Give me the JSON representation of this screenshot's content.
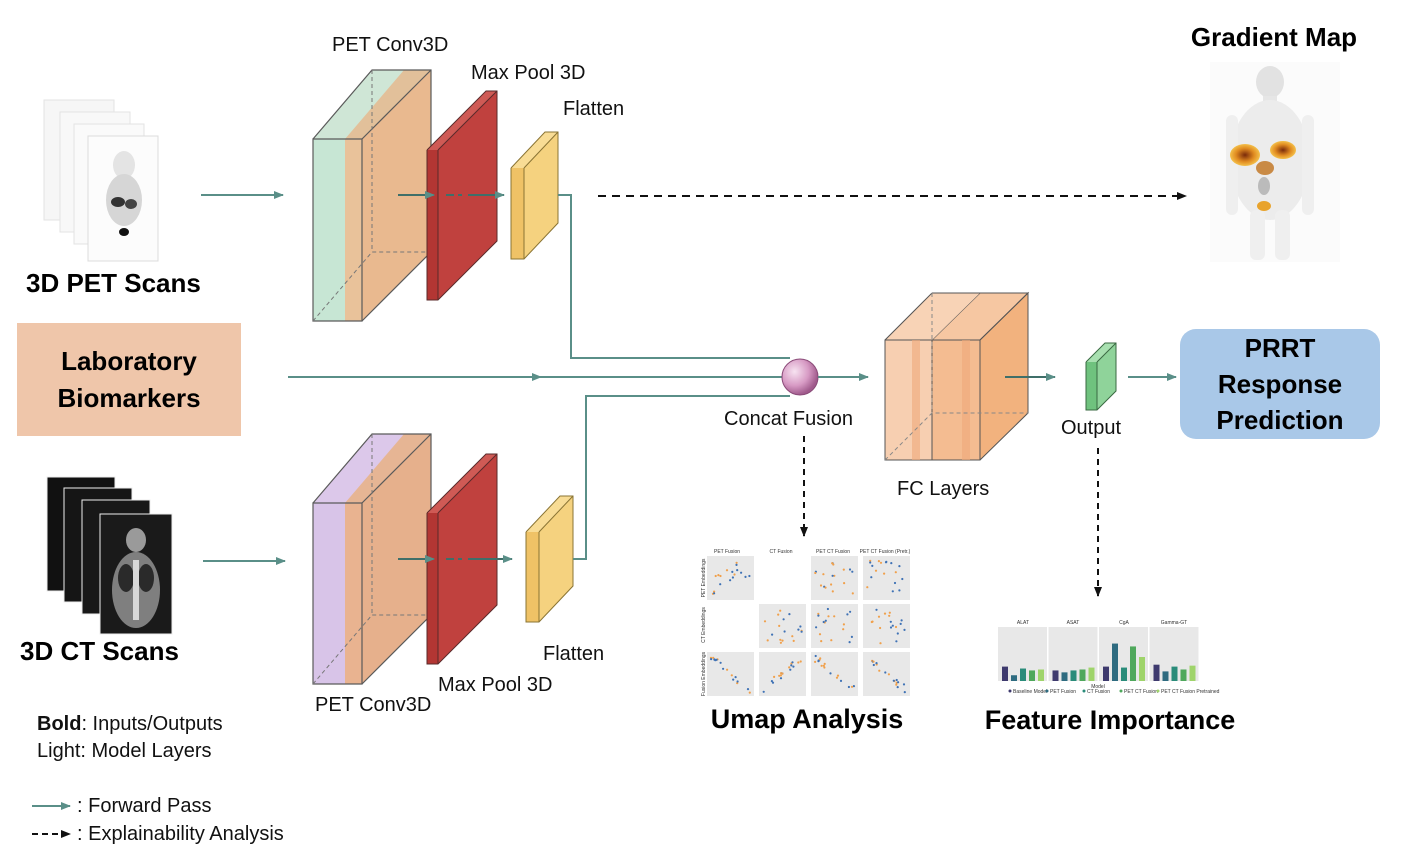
{
  "inputs": {
    "pet_scans": "3D PET Scans",
    "lab_line1": "Laboratory",
    "lab_line2": "Biomarkers",
    "ct_scans": "3D CT Scans"
  },
  "pet_branch": {
    "conv": "PET Conv3D",
    "pool": "Max Pool 3D",
    "flatten": "Flatten"
  },
  "ct_branch": {
    "conv": "PET Conv3D",
    "pool": "Max Pool 3D",
    "flatten": "Flatten"
  },
  "fusion": {
    "concat": "Concat Fusion",
    "fc": "FC Layers",
    "output": "Output"
  },
  "outputs": {
    "gradient_map": "Gradient Map",
    "prrt_line1": "PRRT",
    "prrt_line2": "Response",
    "prrt_line3": "Prediction",
    "umap": "Umap Analysis",
    "feature_importance": "Feature Importance"
  },
  "umap_panel": {
    "col_titles": [
      "PET Fusion",
      "CT Fusion",
      "PET CT Fusion",
      "PET CT Fusion (Pretr.)"
    ],
    "row_titles": [
      "PET Embeddings",
      "CT Embeddings",
      "Fusion Embeddings"
    ]
  },
  "feature_panel": {
    "facets": [
      "ALAT",
      "ASAT",
      "CgA",
      "Gamma-GT"
    ],
    "x_title": "Model",
    "legend": [
      "Baseline Model",
      "PET Fusion",
      "CT Fusion",
      "PET CT Fusion",
      "PET CT Fusion Pretrained"
    ],
    "series_colors": [
      "#3e3a6e",
      "#2e6b80",
      "#2a8c7a",
      "#4fa85c",
      "#9fd46b"
    ]
  },
  "legend": {
    "bold_key": "Bold",
    "bold_text": ": Inputs/Outputs",
    "light_text": "Light: Model Layers",
    "forward": ": Forward Pass",
    "explain": ": Explainability Analysis"
  },
  "colors": {
    "forward_arrow": "#5a8f88",
    "lab_box": "#efc6aa",
    "prrt_box": "#a9c8e8",
    "pool_red": "#c0413e",
    "flatten_yellow": "#f5d27f",
    "pet_conv_green": "#c7e6d4",
    "ct_conv_purple": "#d8c4e8",
    "conv_orange": "#e9b98f",
    "fc_peach": "#f4c6a6",
    "output_green": "#8fd39a",
    "fusion_pink": "#d79ac4"
  }
}
